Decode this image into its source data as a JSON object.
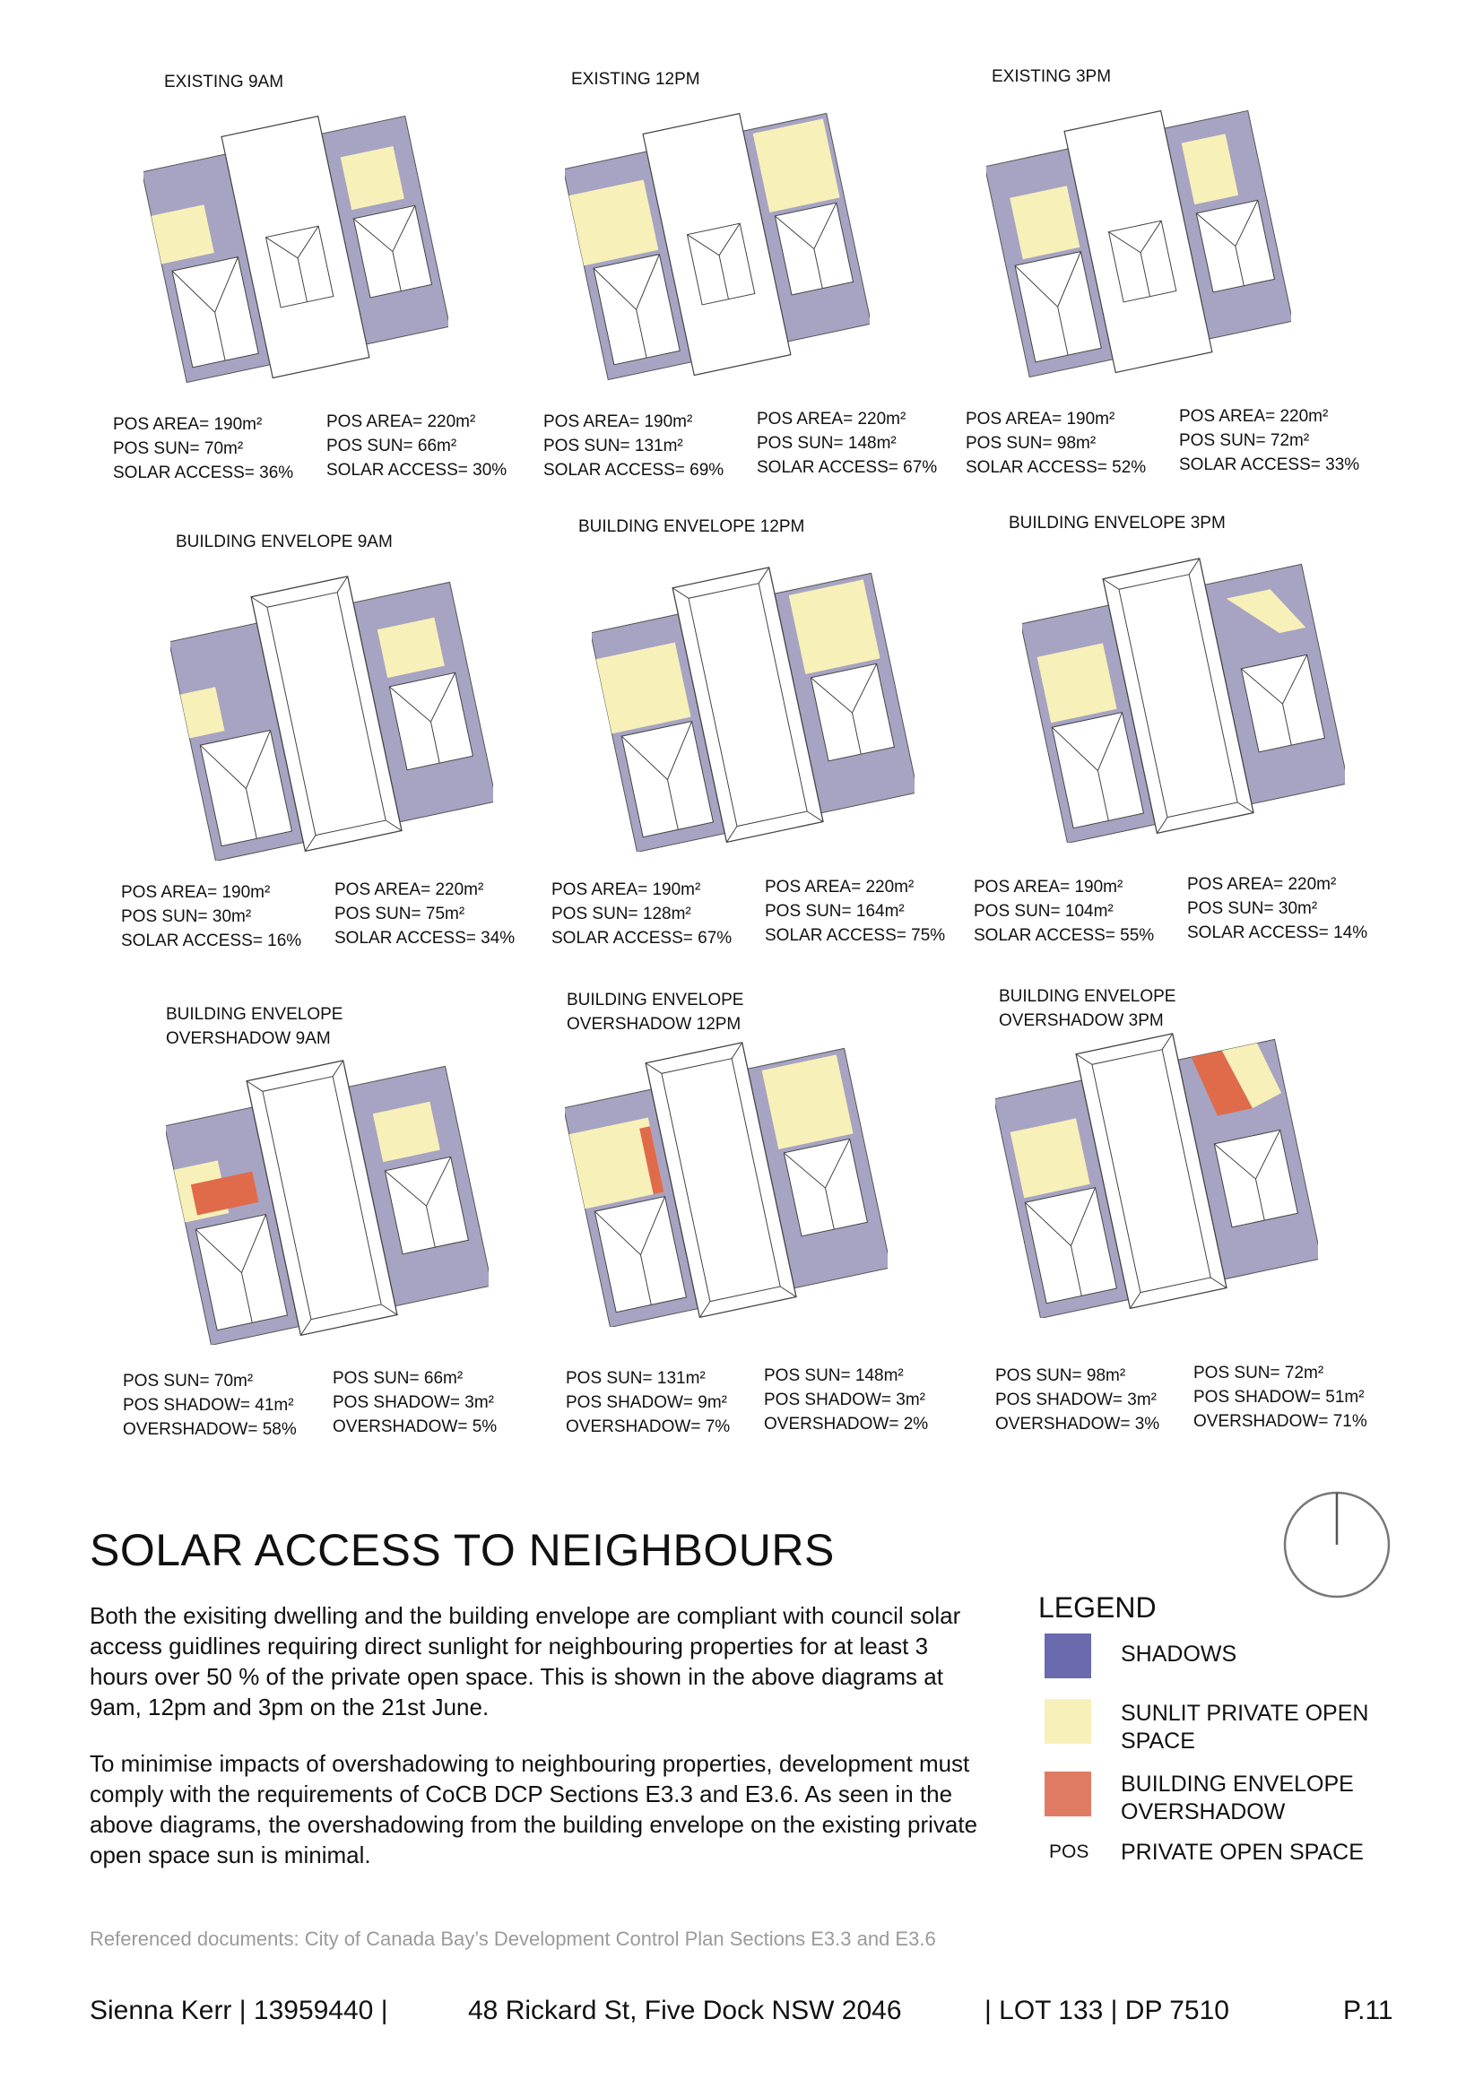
{
  "diagrams": [
    {
      "label": "EXISTING 9AM",
      "left": "POS AREA= 190m²\nPOS SUN= 70m²\nSOLAR ACCESS= 36%",
      "right": "POS AREA= 220m²\nPOS SUN= 66m²\nSOLAR ACCESS= 30%"
    },
    {
      "label": "EXISTING 12PM",
      "left": "POS AREA= 190m²\nPOS SUN= 131m²\nSOLAR ACCESS= 69%",
      "right": "POS AREA= 220m²\nPOS SUN= 148m²\nSOLAR ACCESS= 67%"
    },
    {
      "label": "EXISTING 3PM",
      "left": "POS AREA= 190m²\nPOS SUN= 98m²\nSOLAR ACCESS= 52%",
      "right": "POS AREA= 220m²\nPOS SUN= 72m²\nSOLAR ACCESS= 33%"
    },
    {
      "label": "BUILDING ENVELOPE 9AM",
      "left": "POS AREA= 190m²\nPOS SUN= 30m²\nSOLAR ACCESS= 16%",
      "right": "POS AREA= 220m²\nPOS SUN= 75m²\nSOLAR ACCESS= 34%"
    },
    {
      "label": "BUILDING ENVELOPE 12PM",
      "left": "POS AREA= 190m²\nPOS SUN= 128m²\nSOLAR ACCESS= 67%",
      "right": "POS AREA= 220m²\nPOS SUN= 164m²\nSOLAR ACCESS= 75%"
    },
    {
      "label": "BUILDING ENVELOPE 3PM",
      "left": "POS AREA= 190m²\nPOS SUN= 104m²\nSOLAR ACCESS= 55%",
      "right": "POS AREA= 220m²\nPOS SUN= 30m²\nSOLAR ACCESS= 14%"
    },
    {
      "label": "BUILDING ENVELOPE\nOVERSHADOW 9AM",
      "left": "POS SUN= 70m²\nPOS SHADOW= 41m²\nOVERSHADOW= 58%",
      "right": "POS SUN= 66m²\nPOS SHADOW= 3m²\nOVERSHADOW= 5%"
    },
    {
      "label": "BUILDING ENVELOPE\nOVERSHADOW  12PM",
      "left": "POS SUN= 131m²\nPOS SHADOW= 9m²\nOVERSHADOW= 7%",
      "right": "POS SUN= 148m²\nPOS SHADOW= 3m²\nOVERSHADOW= 2%"
    },
    {
      "label": "BUILDING ENVELOPE\nOVERSHADOW 3PM",
      "left": "POS SUN= 98m²\nPOS SHADOW= 3m²\nOVERSHADOW= 3%",
      "right": "POS SUN= 72m²\nPOS SHADOW= 51m²\nOVERSHADOW= 71%"
    }
  ],
  "section": {
    "title": "SOLAR ACCESS TO NEIGHBOURS",
    "para1": "Both the exisiting dwelling and the building envelope are compliant with council solar access guidlines requiring direct sunlight for neighbouring properties for at least 3 hours over 50 % of the private open space. This is shown in the above diagrams at 9am, 12pm and 3pm on the 21st June.",
    "para2": "To minimise impacts of overshadowing to neighbouring properties, development must comply with the requirements of CoCB DCP Sections E3.3 and E3.6. As seen in the above diagrams, the overshadowing from the building envelope on the existing private open space sun is minimal."
  },
  "legend": {
    "title": "LEGEND",
    "shadows": "SHADOWS",
    "sunlit": "SUNLIT PRIVATE OPEN SPACE",
    "overshadow": "BUILDING ENVELOPE OVERSHADOW",
    "pos_abbr": "POS",
    "pos_full": "PRIVATE OPEN SPACE"
  },
  "colors": {
    "shadow": "#a7a3c2",
    "shadow_swatch": "#6a6aae",
    "sunlit": "#f7f0b8",
    "overshadow": "#e06b4a",
    "overshadow_swatch": "#e07b63"
  },
  "reference": "Referenced documents: City of Canada Bay’s Development Control Plan Sections E3.3 and E3.6",
  "footer": {
    "name": "Sienna Kerr  |  13959440  |",
    "address": "48 Rickard St, Five Dock NSW 2046",
    "lot": "|  LOT 133  |  DP 7510",
    "page": "P.11"
  }
}
